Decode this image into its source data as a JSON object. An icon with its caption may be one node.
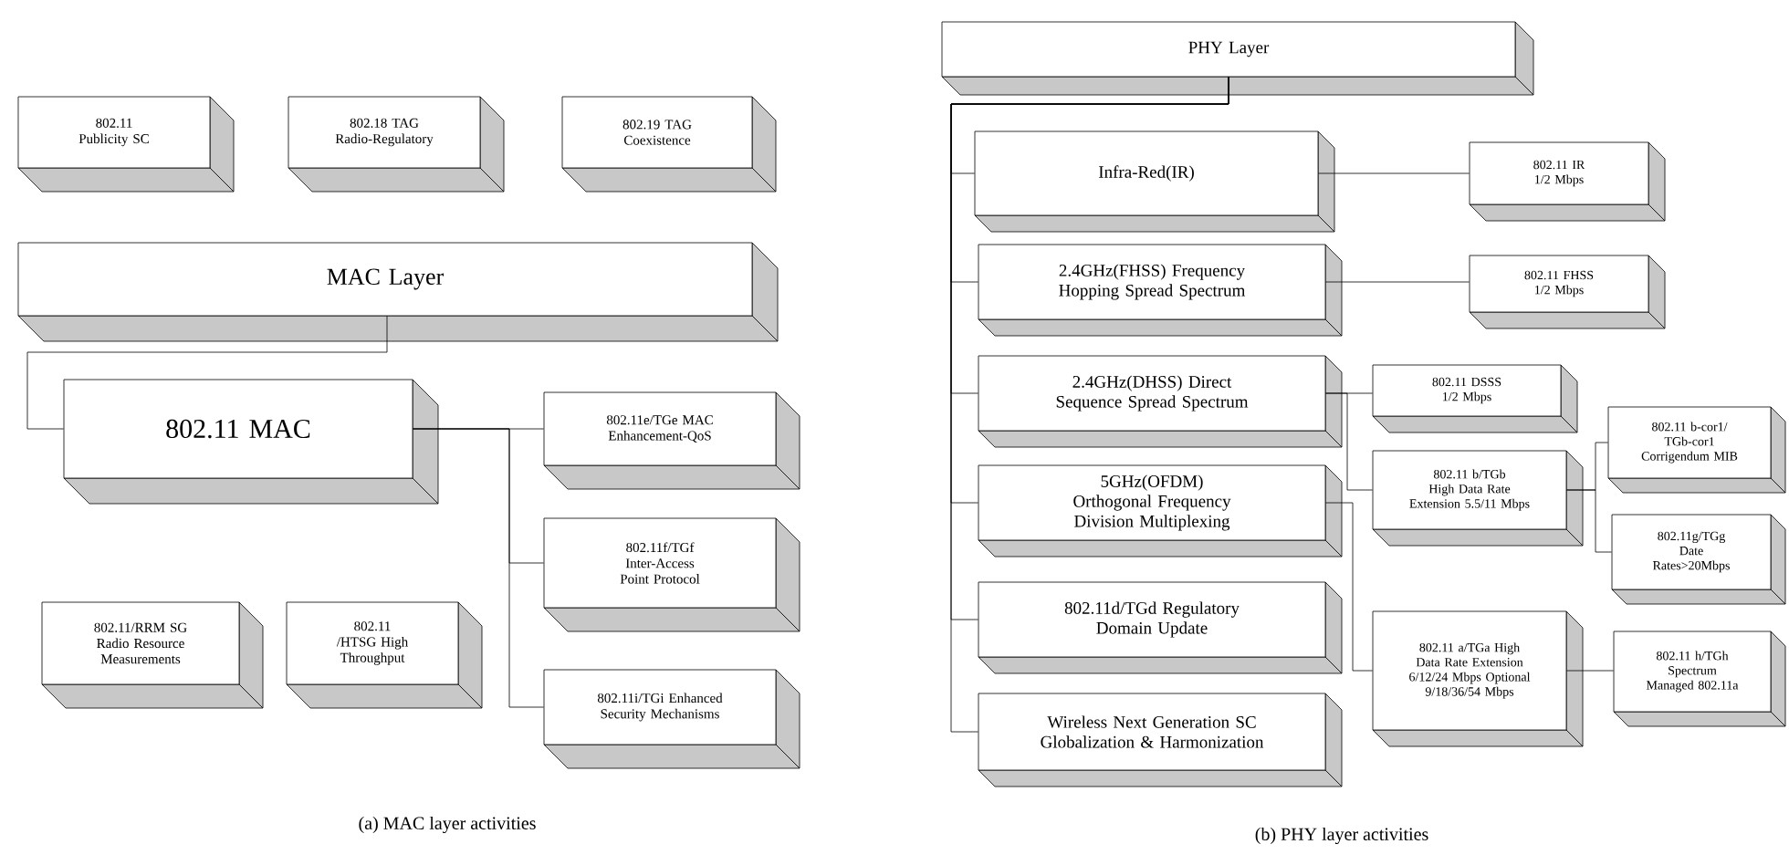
{
  "diagram": {
    "nodes": [
      {
        "text": [
          "802.11 Publicity SC"
        ]
      },
      {
        "text": [
          "802.18 TAG Radio-Regulatory"
        ]
      },
      {
        "text": [
          "802.19 TAG Coexistence"
        ]
      },
      {
        "text": [
          "MAC Layer"
        ]
      },
      {
        "text": [
          "802.11 MAC"
        ]
      },
      {
        "text": [
          "802.11e/TGe MAC Enhancement-QoS"
        ]
      },
      {
        "text": [
          "802.11f/TGf Inter-Access Point Protocol"
        ]
      },
      {
        "text": [
          "802.11i/TGi Enhanced Security Mechanisms"
        ]
      },
      {
        "text": [
          "802.11/RRM SG Radio Resource Measurements"
        ]
      },
      {
        "text": [
          "802.11 /HTSG High Throughput"
        ]
      },
      {
        "text": [
          "PHY Layer"
        ]
      },
      {
        "text": [
          "Infra-Red(IR)"
        ]
      },
      {
        "text": [
          "2.4GHz(FHSS) Frequency Hopping Spread Spectrum"
        ]
      },
      {
        "text": [
          "2.4GHz(DHSS) Direct Sequence Spread Spectrum"
        ]
      },
      {
        "text": [
          "5GHz(OFDM) Orthogonal Frequency Division Multiplexing"
        ]
      },
      {
        "text": [
          "802.11d/TGd Regulatory Domain Update"
        ]
      },
      {
        "text": [
          "Wireless Next Generation SC Globalization & Harmonization"
        ]
      },
      {
        "text": [
          "802.11 IR 1/2 Mbps"
        ]
      },
      {
        "text": [
          "802.11 FHSS 1/2 Mbps"
        ]
      },
      {
        "text": [
          "802.11 DSSS 1/2 Mbps"
        ]
      },
      {
        "text": [
          "802.11 b/TGb High Data Rate Extension 5.5/11 Mbps"
        ]
      },
      {
        "text": [
          "802.11 b-cor1/ TGb-cor1 Corrigendum MIB"
        ]
      },
      {
        "text": [
          "802.11g/TGg Date Rates>20Mbps"
        ]
      },
      {
        "text": [
          "802.11 a/TGa High Data Rate Extension 6/12/24 Mbps Optional 9/18/36/54 Mbps"
        ]
      },
      {
        "text": [
          "802.11 h/TGh Spectrum Managed 802.11a"
        ]
      }
    ],
    "edges": [
      {
        "from": 3,
        "to": 4,
        "arrow": "none"
      },
      {
        "from": 4,
        "to": 5,
        "arrow": "none"
      },
      {
        "from": 4,
        "to": 6,
        "arrow": "none"
      },
      {
        "from": 4,
        "to": 7,
        "arrow": "none"
      },
      {
        "from": 10,
        "to": 11,
        "arrow": "none"
      },
      {
        "from": 10,
        "to": 12,
        "arrow": "none"
      },
      {
        "from": 10,
        "to": 13,
        "arrow": "none"
      },
      {
        "from": 10,
        "to": 14,
        "arrow": "none"
      },
      {
        "from": 10,
        "to": 15,
        "arrow": "none"
      },
      {
        "from": 10,
        "to": 16,
        "arrow": "none"
      },
      {
        "from": 11,
        "to": 17,
        "arrow": "none"
      },
      {
        "from": 12,
        "to": 18,
        "arrow": "none"
      },
      {
        "from": 13,
        "to": 19,
        "arrow": "none"
      },
      {
        "from": 13,
        "to": 20,
        "arrow": "none"
      },
      {
        "from": 14,
        "to": 23,
        "arrow": "none"
      },
      {
        "from": 20,
        "to": 21,
        "arrow": "none"
      },
      {
        "from": 20,
        "to": 22,
        "arrow": "none"
      },
      {
        "from": 23,
        "to": 24,
        "arrow": "none"
      }
    ],
    "labels": [
      "(a) MAC layer activities",
      "(b) PHY layer activities"
    ]
  }
}
